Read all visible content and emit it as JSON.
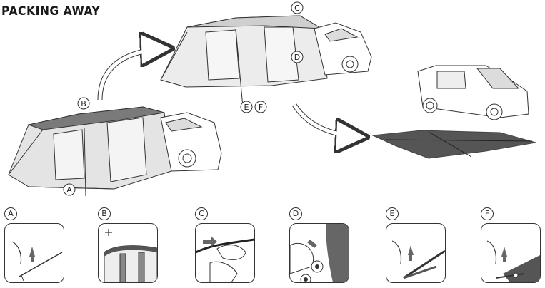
{
  "header": {
    "title": "PACKING AWAY"
  },
  "callouts": {
    "a": "A",
    "b": "B",
    "c": "C",
    "d": "D",
    "e": "E",
    "f": "F"
  },
  "steps": [
    {
      "label": "A"
    },
    {
      "label": "B"
    },
    {
      "label": "C"
    },
    {
      "label": "D"
    },
    {
      "label": "E"
    },
    {
      "label": "F"
    }
  ],
  "colors": {
    "line": "#333333",
    "tent_fill": "#d6d6d6",
    "tent_dark": "#7a7a7a",
    "ground": "#555555"
  }
}
